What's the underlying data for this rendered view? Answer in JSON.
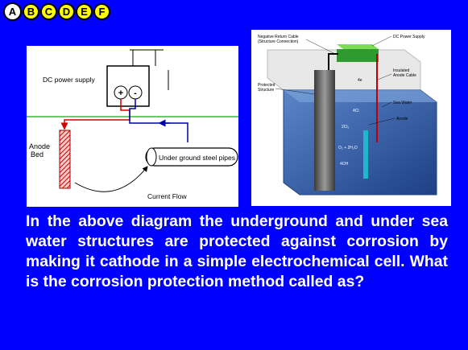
{
  "options": [
    "A",
    "B",
    "C",
    "D",
    "E",
    "F"
  ],
  "left_diagram": {
    "dc_power_supply": "DC power supply",
    "anode_bed": [
      "Anode",
      "Bed"
    ],
    "pipes": "Under ground steel pipes",
    "current_flow": "Current Flow",
    "plus": "+",
    "minus": "-"
  },
  "right_diagram": {
    "neg_return": [
      "Negative Return Cable",
      "(Structure Connection)"
    ],
    "dc_power": "DC Power Supply",
    "insulated": [
      "Insulated",
      "Anode Cable"
    ],
    "protected": [
      "Protected",
      "Structure"
    ],
    "sea_water": "Sea Water",
    "anode": "Anode",
    "chem": [
      "4e",
      "4Cl",
      "2Cl₂",
      "O₂ + 2H₂O",
      "4OH"
    ]
  },
  "question": "In the above diagram the underground and under sea water structures are protected against corrosion by making it cathode in a simple electrochemical cell. What is the corrosion protection method called as?"
}
